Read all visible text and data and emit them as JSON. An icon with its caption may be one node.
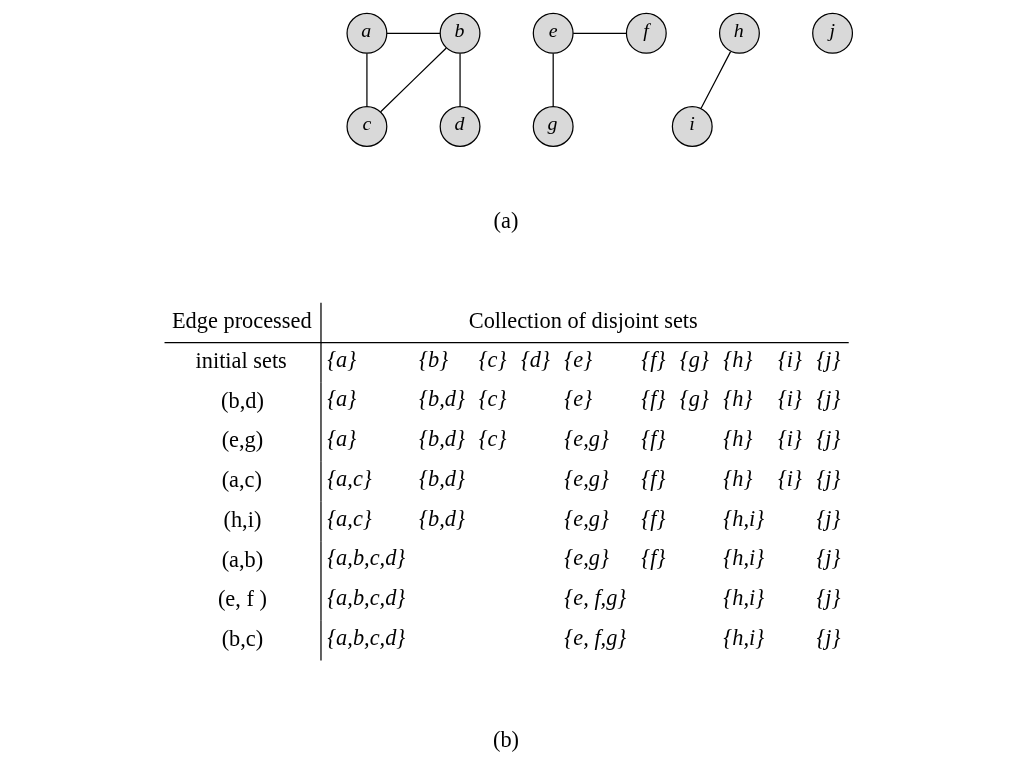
{
  "diagram": {
    "nodes": [
      {
        "text": [
          "a"
        ]
      },
      {
        "text": [
          "b"
        ]
      },
      {
        "text": [
          "c"
        ]
      },
      {
        "text": [
          "d"
        ]
      },
      {
        "text": [
          "e"
        ]
      },
      {
        "text": [
          "f"
        ]
      },
      {
        "text": [
          "g"
        ]
      },
      {
        "text": [
          "h"
        ]
      },
      {
        "text": [
          "i"
        ]
      },
      {
        "text": [
          "j"
        ]
      }
    ],
    "edges": [
      {
        "from": 0,
        "to": 1,
        "arrow": "none"
      },
      {
        "from": 0,
        "to": 2,
        "arrow": "none"
      },
      {
        "from": 1,
        "to": 2,
        "arrow": "none"
      },
      {
        "from": 1,
        "to": 3,
        "arrow": "none"
      },
      {
        "from": 4,
        "to": 5,
        "arrow": "none"
      },
      {
        "from": 4,
        "to": 6,
        "arrow": "none"
      },
      {
        "from": 7,
        "to": 8,
        "arrow": "none"
      }
    ],
    "labels": [
      "(a)",
      "Edge processed",
      "Collection of disjoint sets",
      "initial sets",
      "{a}",
      "{b}",
      "{c}",
      "{d}",
      "{e}",
      "{f}",
      "{g}",
      "{h}",
      "{i}",
      "{j}",
      "(b,d)",
      "{a}",
      "{b,d}",
      "{c}",
      "{e}",
      "{f}",
      "{g}",
      "{h}",
      "{i}",
      "{j}",
      "(e,g)",
      "{a}",
      "{b,d}",
      "{c}",
      "{e,g}",
      "{f}",
      "{h}",
      "{i}",
      "{j}",
      "(a,c)",
      "{a,c}",
      "{b,d}",
      "{e,g}",
      "{f}",
      "{h}",
      "{i}",
      "{j}",
      "(h,i)",
      "{a,c}",
      "{b,d}",
      "{e,g}",
      "{f}",
      "{h,i}",
      "{j}",
      "(a,b)",
      "{a,b,c,d}",
      "{e,g}",
      "{f}",
      "{h,i}",
      "{j}",
      "(e, f )",
      "{a,b,c,d}",
      "{e, f,g}",
      "{h,i}",
      "{j}",
      "(b,c)",
      "{a,b,c,d}",
      "{e, f,g}",
      "{h,i}",
      "{j}",
      "(b)"
    ]
  }
}
